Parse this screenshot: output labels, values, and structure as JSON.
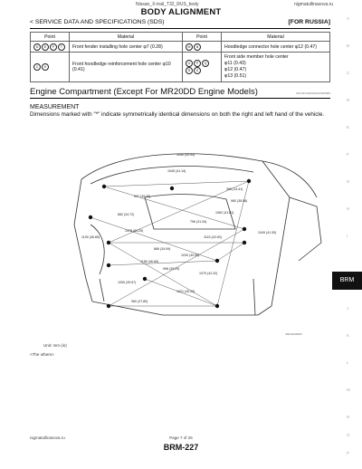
{
  "header": {
    "doc_title": "Nissan_X-trail_T32_RUS_body",
    "site": "nigmatullinasova.ru",
    "main_title": "BODY ALIGNMENT",
    "section": "< SERVICE DATA AND SPECIFICATIONS (SDS)",
    "region": "[FOR RUSSIA]"
  },
  "spec_table": {
    "headers": [
      "Point",
      "Material",
      "Point",
      "Material"
    ],
    "rows": [
      {
        "point1_symbols": [
          "D",
          "E",
          "F",
          "T"
        ],
        "material1": "Front fender installing hole center φ7 (0.28)",
        "point2_symbols": [
          "M",
          "N"
        ],
        "material2": "Hoodledge connector hole center φ12 (0.47)"
      },
      {
        "point1_symbols": [
          "C",
          "K"
        ],
        "material1": "Front hoodledge reinforcement hole center φ10 (0.41)",
        "point2_symbols": [
          "O",
          "P",
          "Q",
          "R",
          "S"
        ],
        "material2_lines": [
          "Front side member hole center",
          "φ11 (0.43)",
          "φ12 (0.47)",
          "φ13 (0.51)"
        ]
      }
    ]
  },
  "compartment": {
    "title": "Engine Compartment (Except For MR20DD Engine Models)",
    "code": "INFOID:0000000010665889"
  },
  "measurement": {
    "heading": "MEASUREMENT",
    "text": "Dimensions marked with \"*\" indicate symmetrically identical dimensions on both the right and left hand of the vehicle."
  },
  "diagram": {
    "dimension_labels": [
      "1040 (40.94)",
      "1045 (41.14)",
      "366 (14.41)",
      "980 (38.58)",
      "1062 (41.81)",
      "882 (34.72)",
      "796 (31.34)",
      "1378 (54.25)",
      "866 (34.09)",
      "1030 (40.55)",
      "1186 (46.69)",
      "998 (39.29)",
      "1021 (40.20)",
      "960 (37.80)",
      "1190 (46.85)",
      "1075 (42.32)",
      "1049 (41.30)",
      "997 (39.25)",
      "1115 (43.90)",
      "1005 (39.57)"
    ],
    "figure_code": "JSKIA0348ZZ"
  },
  "unit_note": "Unit: mm (in)",
  "other_note": "<The others>",
  "footer": {
    "site": "nigmatullinasova.ru",
    "page": "Page 7 of 26",
    "ref": "BRM-227"
  },
  "side_tabs": {
    "letters": [
      "A",
      "B",
      "C",
      "D",
      "E",
      "F",
      "G",
      "H",
      "I",
      "J",
      "K",
      "L",
      "M",
      "N",
      "O",
      "P"
    ],
    "active": "BRM"
  }
}
